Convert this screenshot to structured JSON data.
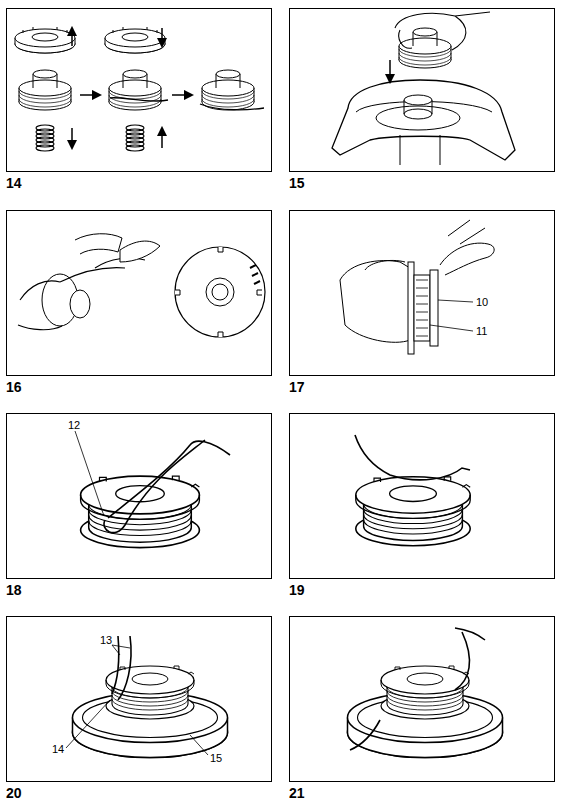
{
  "diagram": {
    "nodes": [
      {
        "text": [
          "14"
        ]
      },
      {
        "text": [
          "15"
        ]
      },
      {
        "text": [
          "16"
        ]
      },
      {
        "text": [
          "17"
        ]
      },
      {
        "text": [
          "18"
        ]
      },
      {
        "text": [
          "19"
        ]
      },
      {
        "text": [
          "20"
        ]
      },
      {
        "text": [
          "21"
        ]
      }
    ],
    "labels": [
      "10",
      "11",
      "12",
      "13",
      "14",
      "15"
    ]
  }
}
